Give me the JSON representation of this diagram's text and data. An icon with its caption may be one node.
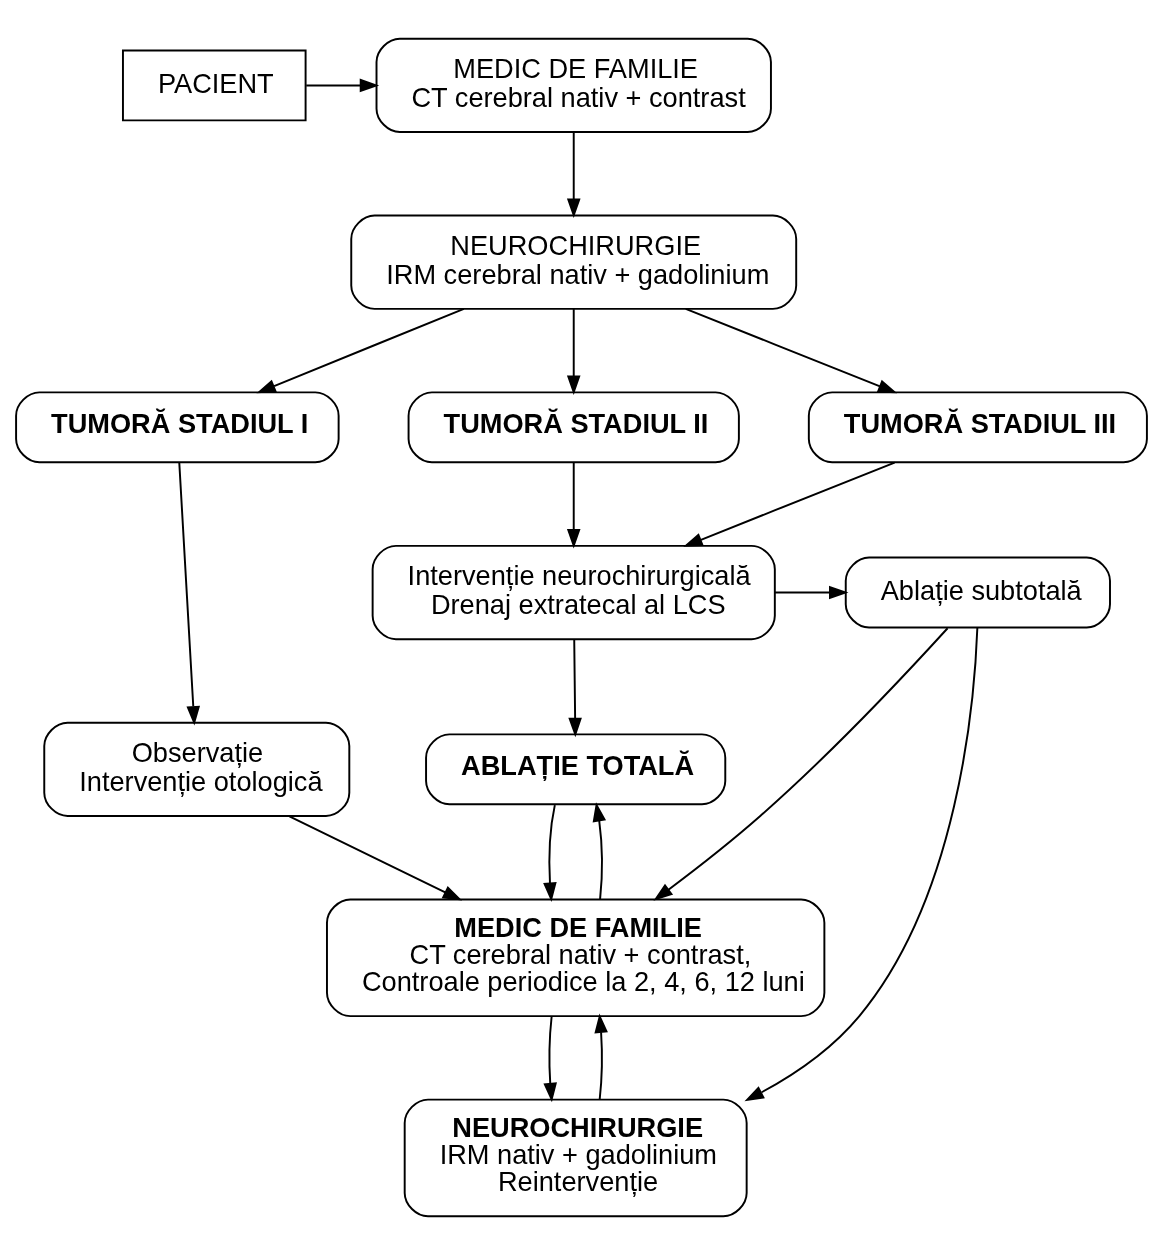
{
  "diagram": {
    "nodes": [
      {
        "text": [
          "PACIENT"
        ]
      },
      {
        "text": [
          "MEDIC DE FAMILIE",
          "CT cerebral nativ + contrast"
        ]
      },
      {
        "text": [
          "NEUROCHIRURGIE",
          "IRM cerebral nativ + gadolinium"
        ]
      },
      {
        "text": [
          "TUMORĂ STADIUL I"
        ]
      },
      {
        "text": [
          "TUMORĂ STADIUL II"
        ]
      },
      {
        "text": [
          "TUMORĂ STADIUL III"
        ]
      },
      {
        "text": [
          "Intervenție neurochirurgicală",
          "Drenaj extratecal al LCS"
        ]
      },
      {
        "text": [
          "Ablație subtotală"
        ]
      },
      {
        "text": [
          "Observație",
          "Intervenție otologică"
        ]
      },
      {
        "text": [
          "ABLAȚIE TOTALĂ"
        ]
      },
      {
        "text": [
          "NEUROCHIRURGIE",
          "IRM nativ + gadolinium",
          "Reintervenție"
        ]
      },
      {
        "text": [
          "MEDIC DE FAMILIE",
          "CT cerebral nativ + contrast,",
          "Controale periodice la 2, 4, 6, 12 luni"
        ]
      }
    ],
    "edges": [
      {
        "from": 0,
        "to": 1,
        "arrow": "to"
      },
      {
        "from": 1,
        "to": 2,
        "arrow": "to"
      },
      {
        "from": 2,
        "to": 3,
        "arrow": "to"
      },
      {
        "from": 2,
        "to": 4,
        "arrow": "to"
      },
      {
        "from": 2,
        "to": 5,
        "arrow": "to"
      },
      {
        "from": 4,
        "to": 6,
        "arrow": "to"
      },
      {
        "from": 5,
        "to": 6,
        "arrow": "to"
      },
      {
        "from": 6,
        "to": 7,
        "arrow": "to"
      },
      {
        "from": 3,
        "to": 8,
        "arrow": "to"
      },
      {
        "from": 6,
        "to": 9,
        "arrow": "to"
      },
      {
        "from": 9,
        "to": 11,
        "arrow": "to"
      },
      {
        "from": 11,
        "to": 9,
        "arrow": "to"
      },
      {
        "from": 7,
        "to": 10,
        "arrow": "to"
      },
      {
        "from": 10,
        "to": 11,
        "arrow": "to"
      },
      {
        "from": 11,
        "to": 10,
        "arrow": "to"
      },
      {
        "from": 7,
        "to": 11,
        "arrow": "to"
      },
      {
        "from": 8,
        "to": 11,
        "arrow": "to"
      }
    ]
  }
}
